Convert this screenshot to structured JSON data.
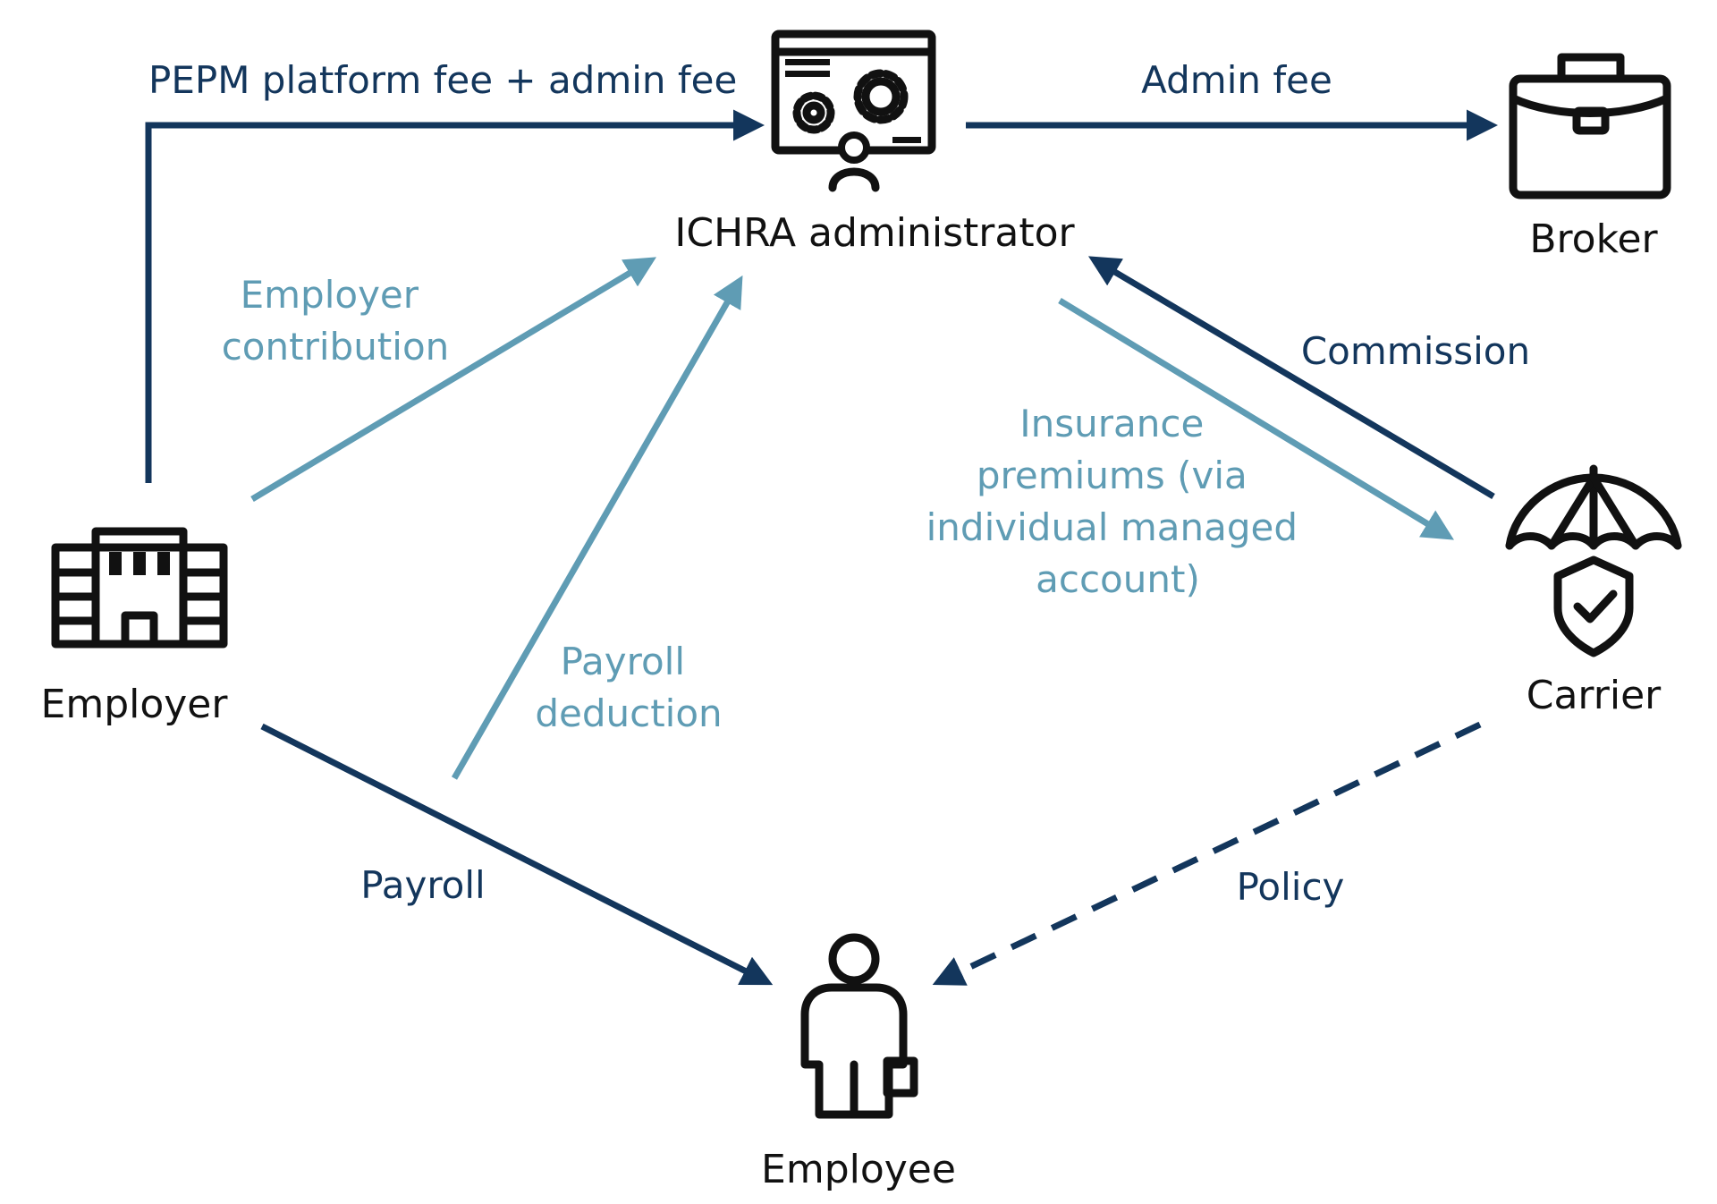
{
  "nodes": {
    "administrator": {
      "label": "ICHRA administrator",
      "icon": "admin-dashboard-gear-icon"
    },
    "broker": {
      "label": "Broker",
      "icon": "briefcase-icon"
    },
    "employer": {
      "label": "Employer",
      "icon": "office-building-icon"
    },
    "carrier": {
      "label": "Carrier",
      "icon": "umbrella-shield-icon"
    },
    "employee": {
      "label": "Employee",
      "icon": "person-briefcase-icon"
    }
  },
  "flows": {
    "pepm_fee": {
      "from": "Employer",
      "to": "ICHRA administrator",
      "label": "PEPM platform fee + admin fee",
      "style": "solid",
      "color": "#13365c"
    },
    "admin_fee": {
      "from": "ICHRA administrator",
      "to": "Broker",
      "label": "Admin fee",
      "style": "solid",
      "color": "#13365c"
    },
    "employer_contribution": {
      "from": "Employer",
      "to": "ICHRA administrator",
      "label_lines": [
        "Employer",
        "contribution"
      ],
      "style": "solid",
      "color": "#5f9cb4"
    },
    "payroll_deduction": {
      "from": "Employee",
      "to": "ICHRA administrator",
      "label_lines": [
        "Payroll",
        "deduction"
      ],
      "style": "solid",
      "color": "#5f9cb4"
    },
    "insurance_premiums": {
      "from": "ICHRA administrator",
      "to": "Carrier",
      "label_lines": [
        "Insurance",
        "premiums (via",
        "individual managed",
        "account)"
      ],
      "style": "solid",
      "color": "#5f9cb4"
    },
    "commission": {
      "from": "Carrier",
      "to": "ICHRA administrator",
      "label": "Commission",
      "style": "solid",
      "color": "#13365c"
    },
    "payroll": {
      "from": "Employer",
      "to": "Employee",
      "label": "Payroll",
      "style": "solid",
      "color": "#13365c"
    },
    "policy": {
      "from": "Carrier",
      "to": "Employee",
      "label": "Policy",
      "style": "dashed",
      "color": "#13365c"
    }
  }
}
